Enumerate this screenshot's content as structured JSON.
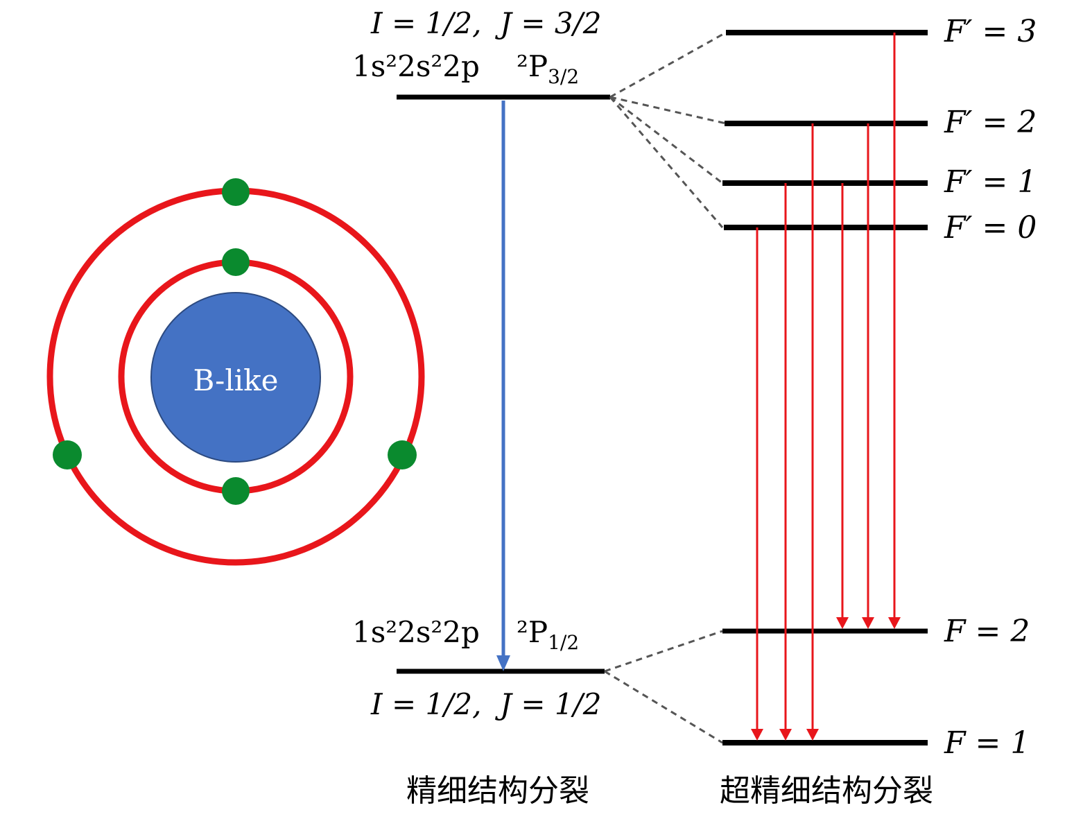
{
  "atom": {
    "label": "B-like",
    "orbit_color": "#e8161b",
    "nucleus_color": "#4472c4",
    "electron_color": "#0a8a2e"
  },
  "fine": {
    "upper_quantum": "I = 1/2,  J = 3/2",
    "upper_config": "1s²2s²2p",
    "upper_term": "²P",
    "upper_term_sub": "3/2",
    "lower_config": "1s²2s²2p",
    "lower_term": "²P",
    "lower_term_sub": "1/2",
    "lower_quantum": "I = 1/2,  J = 1/2",
    "caption": "精细结构分裂",
    "arrow_color": "#4472c4"
  },
  "hyperfine": {
    "levels": [
      {
        "label": "F′ = 3"
      },
      {
        "label": "F′ = 2"
      },
      {
        "label": "F′ = 1"
      },
      {
        "label": "F′ = 0"
      },
      {
        "label": "F = 2"
      },
      {
        "label": "F = 1"
      }
    ],
    "caption": "超精细结构分裂",
    "arrow_color": "#e8161b"
  }
}
